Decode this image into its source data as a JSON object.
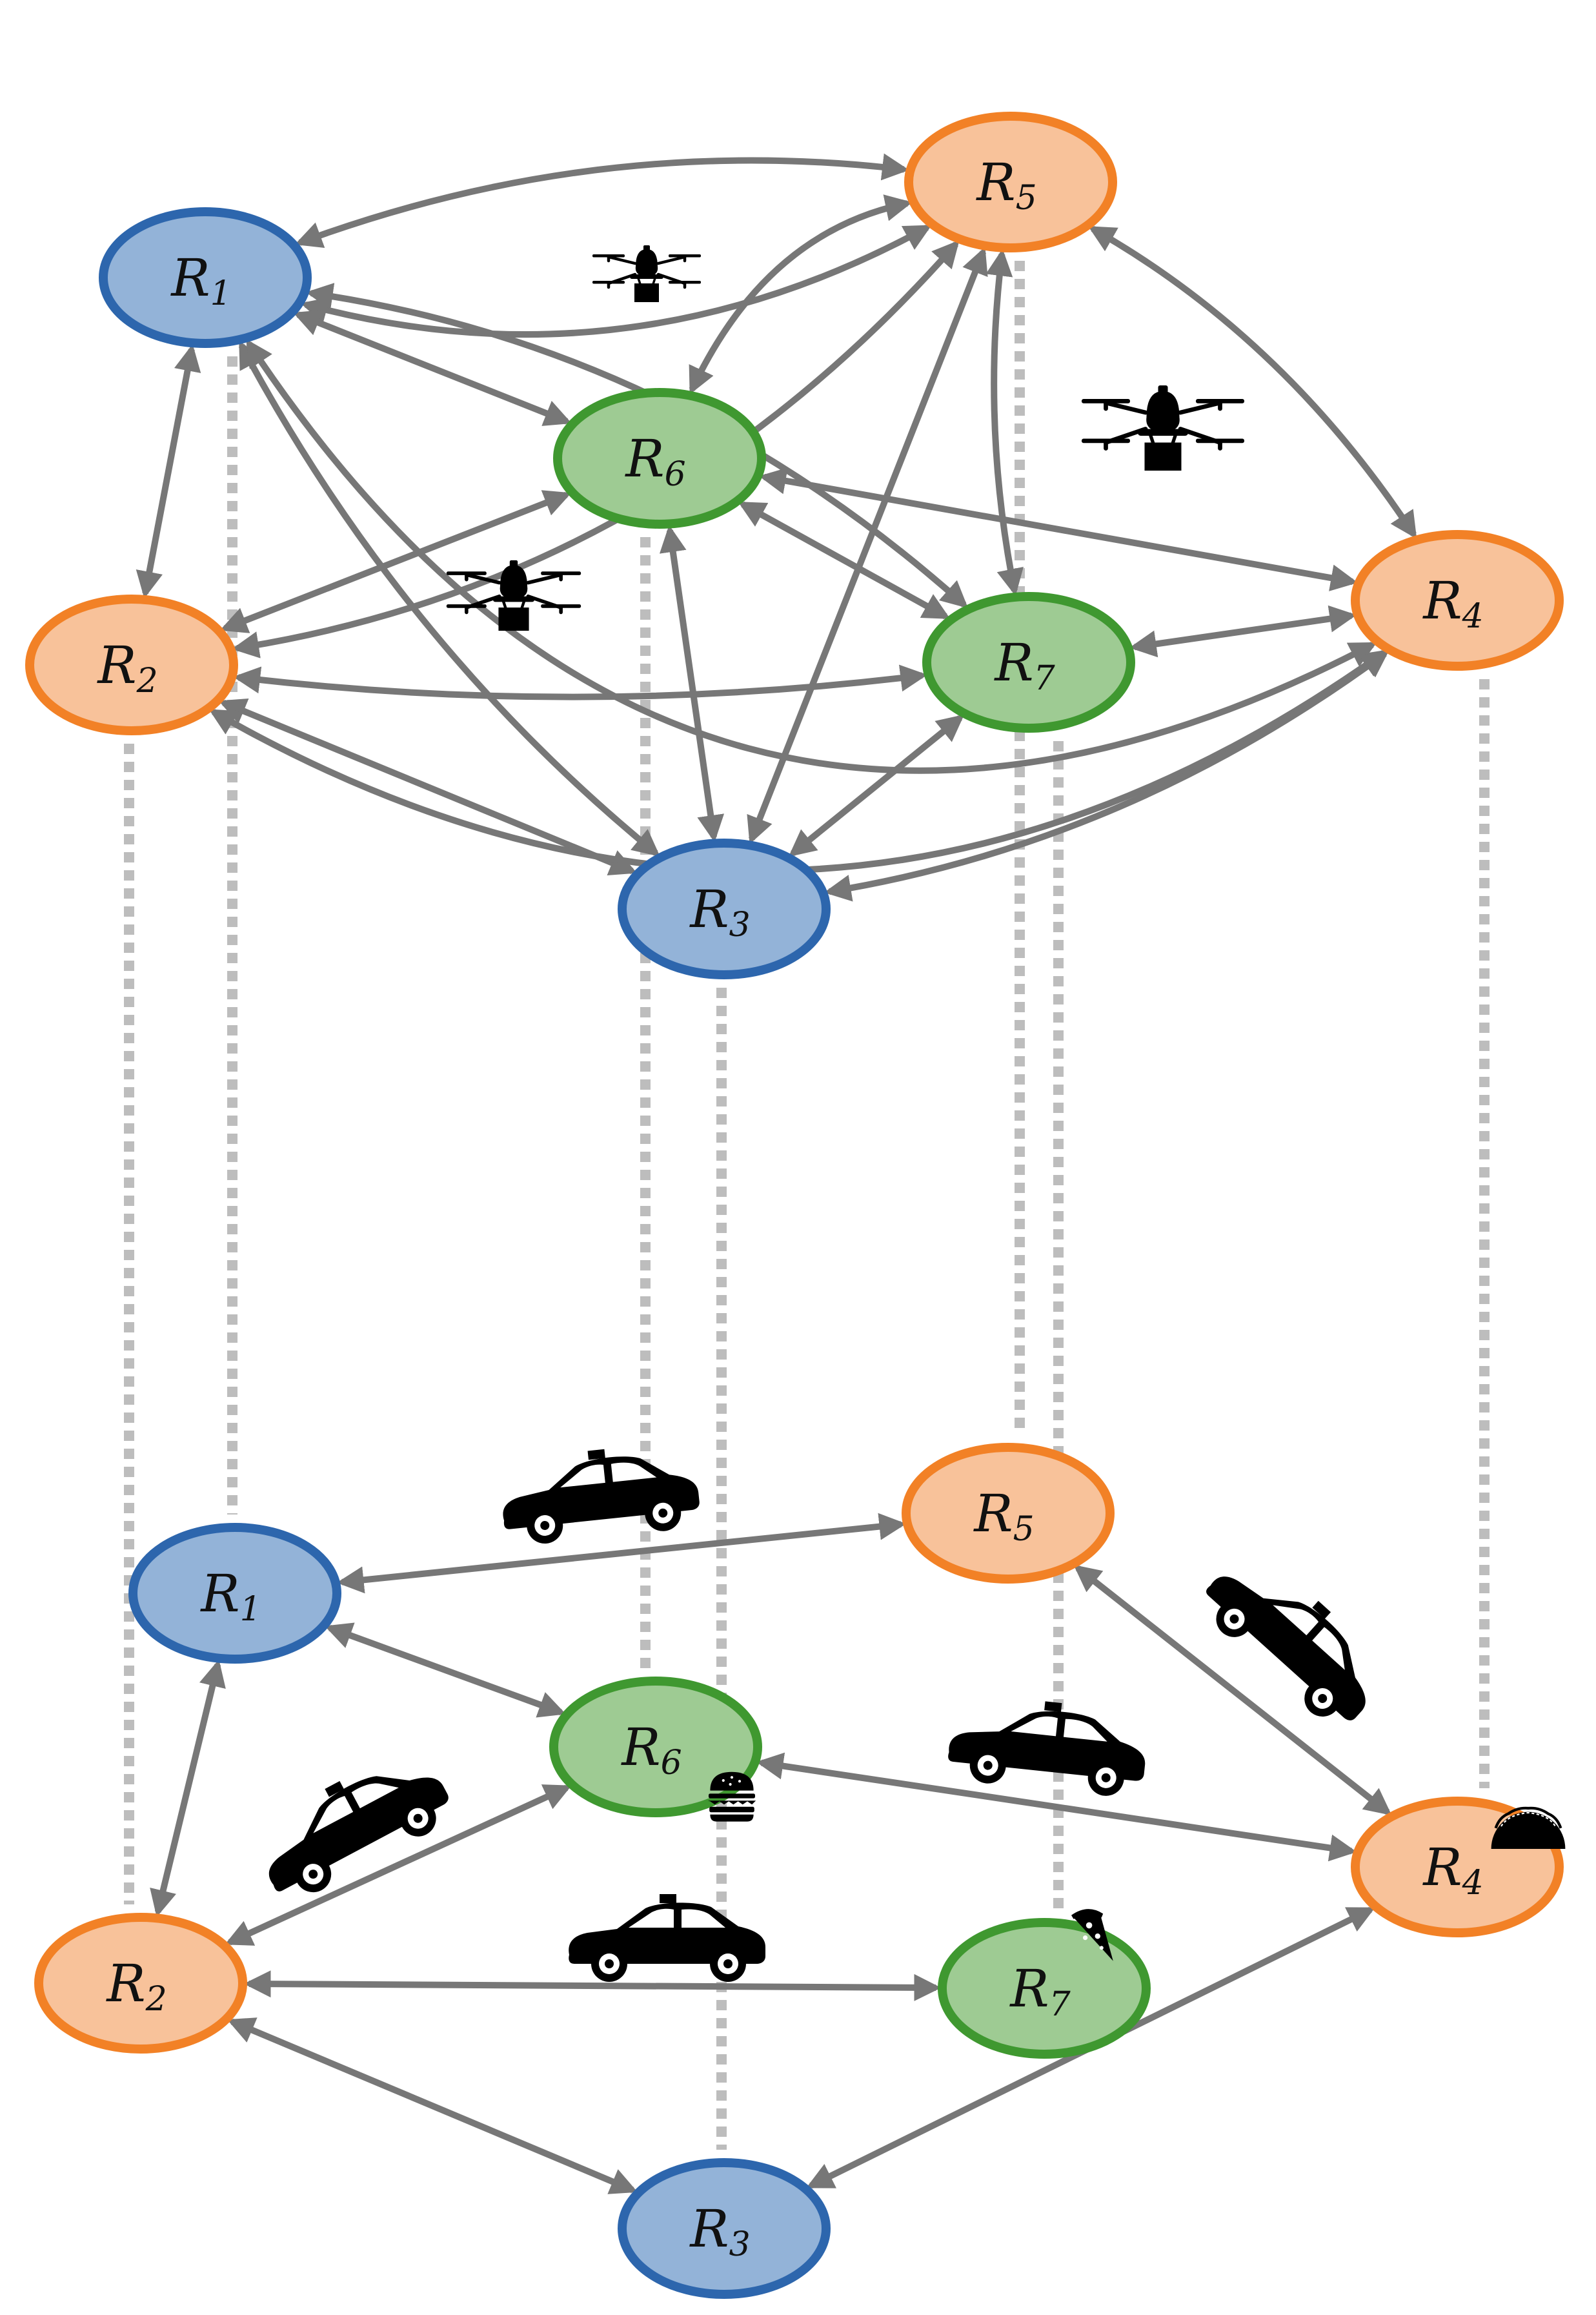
{
  "colors": {
    "edge": "#777777",
    "link": "#bdbdbd",
    "blue_fill": "#93b3d8",
    "blue_stroke": "#2d66ad",
    "orange_fill": "#f8c29a",
    "orange_stroke": "#f28126",
    "green_fill": "#9ecb93",
    "green_stroke": "#3f9830",
    "icon": "#000000"
  },
  "air_layer": {
    "nodes": [
      {
        "id": "R1",
        "letter": "R",
        "index": "1",
        "kind": "blue"
      },
      {
        "id": "R2",
        "letter": "R",
        "index": "2",
        "kind": "orange"
      },
      {
        "id": "R3",
        "letter": "R",
        "index": "3",
        "kind": "blue"
      },
      {
        "id": "R4",
        "letter": "R",
        "index": "4",
        "kind": "orange"
      },
      {
        "id": "R5",
        "letter": "R",
        "index": "5",
        "kind": "orange"
      },
      {
        "id": "R6",
        "letter": "R",
        "index": "6",
        "kind": "green"
      },
      {
        "id": "R7",
        "letter": "R",
        "index": "7",
        "kind": "green"
      }
    ],
    "edges": [
      [
        "R1",
        "R2"
      ],
      [
        "R1",
        "R5"
      ],
      [
        "R5",
        "R1"
      ],
      [
        "R1",
        "R6"
      ],
      [
        "R1",
        "R7"
      ],
      [
        "R1",
        "R3"
      ],
      [
        "R5",
        "R2"
      ],
      [
        "R6",
        "R5"
      ],
      [
        "R5",
        "R3"
      ],
      [
        "R5",
        "R7"
      ],
      [
        "R5",
        "R4"
      ],
      [
        "R4",
        "R1"
      ],
      [
        "R6",
        "R2"
      ],
      [
        "R6",
        "R3"
      ],
      [
        "R6",
        "R7"
      ],
      [
        "R6",
        "R4"
      ],
      [
        "R2",
        "R7"
      ],
      [
        "R2",
        "R3"
      ],
      [
        "R2",
        "R4"
      ],
      [
        "R7",
        "R4"
      ],
      [
        "R7",
        "R3"
      ],
      [
        "R4",
        "R3"
      ]
    ],
    "icons": [
      "drone-icon",
      "drone-icon",
      "drone-icon"
    ]
  },
  "ground_layer": {
    "nodes": [
      {
        "id": "R1",
        "letter": "R",
        "index": "1",
        "kind": "blue"
      },
      {
        "id": "R2",
        "letter": "R",
        "index": "2",
        "kind": "orange"
      },
      {
        "id": "R3",
        "letter": "R",
        "index": "3",
        "kind": "blue"
      },
      {
        "id": "R4",
        "letter": "R",
        "index": "4",
        "kind": "orange",
        "badge": "taco-icon"
      },
      {
        "id": "R5",
        "letter": "R",
        "index": "5",
        "kind": "orange"
      },
      {
        "id": "R6",
        "letter": "R",
        "index": "6",
        "kind": "green",
        "badge": "burger-icon"
      },
      {
        "id": "R7",
        "letter": "R",
        "index": "7",
        "kind": "green",
        "badge": "pizza-icon"
      }
    ],
    "edges": [
      [
        "R1",
        "R5"
      ],
      [
        "R1",
        "R6"
      ],
      [
        "R1",
        "R2"
      ],
      [
        "R5",
        "R4"
      ],
      [
        "R6",
        "R4"
      ],
      [
        "R2",
        "R6"
      ],
      [
        "R2",
        "R7"
      ],
      [
        "R2",
        "R3"
      ],
      [
        "R3",
        "R4"
      ]
    ],
    "icons": [
      "car-icon",
      "car-icon",
      "car-icon",
      "car-icon",
      "car-icon"
    ]
  },
  "layer_links": [
    "R1",
    "R2",
    "R3",
    "R4",
    "R5",
    "R6",
    "R7"
  ]
}
